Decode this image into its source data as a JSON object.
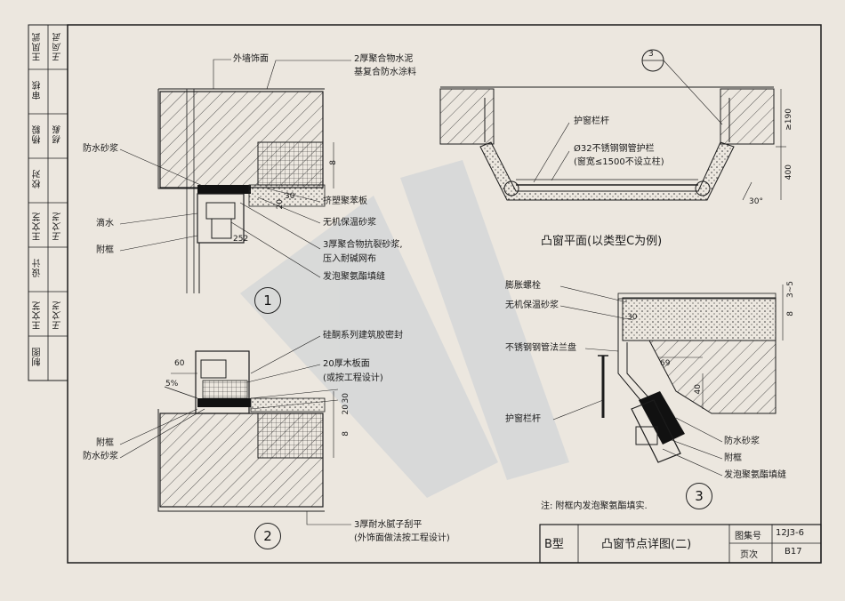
{
  "sidebar": {
    "items": [
      {
        "role": "王凤武",
        "sig": "王凤武"
      },
      {
        "role": "审核",
        "sig": ""
      },
      {
        "role": "杨毅",
        "sig": "杨毅"
      },
      {
        "role": "校对",
        "sig": ""
      },
      {
        "role": "王文芝",
        "sig": "王文芝"
      },
      {
        "role": "设计",
        "sig": ""
      },
      {
        "role": "王文芝",
        "sig": "王文芝"
      },
      {
        "role": "制图",
        "sig": ""
      }
    ]
  },
  "detail1": {
    "labels": {
      "exterior": "外墙饰面",
      "coating": "2厚聚合物水泥",
      "coating2": "基复合防水涂料",
      "mortar_waterproof": "防水砂浆",
      "xps": "挤塑聚苯板",
      "inorganic": "无机保温砂浆",
      "drip": "滴水",
      "subframe": "附框",
      "anticrack": "3厚聚合物抗裂砂浆,",
      "anticrack2": "压入耐碱网布",
      "foam": "发泡聚氨酯填缝"
    },
    "dims": {
      "d30": "30",
      "d8": "8",
      "d20": "20",
      "d252": "252"
    },
    "number": "1"
  },
  "detail2": {
    "labels": {
      "sealant": "硅酮系列建筑胶密封",
      "board": "20厚木板面",
      "board2": "(或按工程设计)",
      "subframe": "附框",
      "mortar_waterproof": "防水砂浆",
      "putty": "3厚耐水腻子刮平",
      "putty2": "(外饰面做法按工程设计)"
    },
    "dims": {
      "d60": "60",
      "slope": "5%",
      "d30": "30",
      "d20": "20",
      "d8": "8"
    },
    "number": "2"
  },
  "plan": {
    "ref": "3",
    "labels": {
      "rail": "护窗栏杆",
      "pipe": "Ø32不锈钢钢管护栏",
      "pipe2": "(窗宽≤1500不设立柱)"
    },
    "dims": {
      "d190": "≥190",
      "d400": "400",
      "angle": "30°"
    },
    "title": "凸窗平面(以类型C为例)"
  },
  "detail3": {
    "labels": {
      "bolt": "膨胀螺栓",
      "inorganic": "无机保温砂浆",
      "flange": "不锈钢钢管法兰盘",
      "rail": "护窗栏杆",
      "mortar_waterproof": "防水砂浆",
      "subframe": "附框",
      "foam": "发泡聚氨酯填缝"
    },
    "dims": {
      "d35": "3~5",
      "d8": "8",
      "d30": "30",
      "d69": "69",
      "d40": "40"
    },
    "number": "3"
  },
  "note": "注: 附框内发泡聚氨酯填实.",
  "titleblock": {
    "type": "B型",
    "title": "凸窗节点详图(二)",
    "atlas_label": "图集号",
    "atlas_no": "12J3-6",
    "page_label": "页次",
    "page_no": "B17"
  },
  "colors": {
    "line": "#1c1c1c",
    "paper": "#ece7df",
    "hatch": "#333333",
    "watermark": "#9fb3c9"
  }
}
